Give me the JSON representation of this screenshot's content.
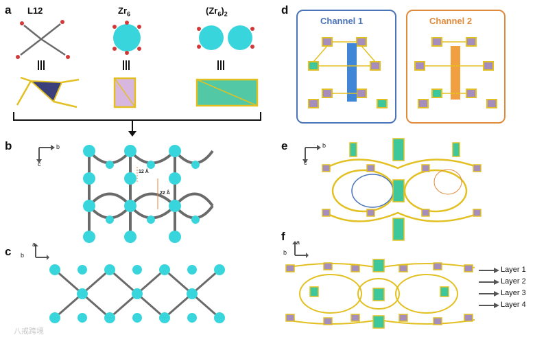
{
  "panels": {
    "a": "a",
    "b": "b",
    "c": "c",
    "d": "d",
    "e": "e",
    "f": "f"
  },
  "panel_a": {
    "l12": "L12",
    "zr6": "Zr",
    "zr6_sub": "6",
    "zr62": "(Zr",
    "zr62_sub1": "6",
    "zr62_sub2": ")",
    "zr62_sub3": "2"
  },
  "panel_b": {
    "axis_x": "b",
    "axis_y": "c",
    "dist_small": "12 Å",
    "dist_large": "22 Å"
  },
  "panel_c": {
    "axis_x": "b",
    "axis_y": "a"
  },
  "panel_d": {
    "channel1": "Channel 1",
    "channel2": "Channel 2",
    "channel1_color": "#4a73b8",
    "channel2_color": "#e08a3c"
  },
  "panel_e": {
    "axis_x": "b",
    "axis_y": "c"
  },
  "panel_f": {
    "axis_x": "b",
    "axis_y": "a",
    "layers": [
      "Layer 1",
      "Layer 2",
      "Layer 3",
      "Layer 4"
    ]
  },
  "watermark": "八戒跨境",
  "colors": {
    "cluster": "#38d6dc",
    "frame": "#e3c021",
    "prism": "#a58dbc",
    "slab": "#3fc79c",
    "linker": "#6a6a6a"
  }
}
